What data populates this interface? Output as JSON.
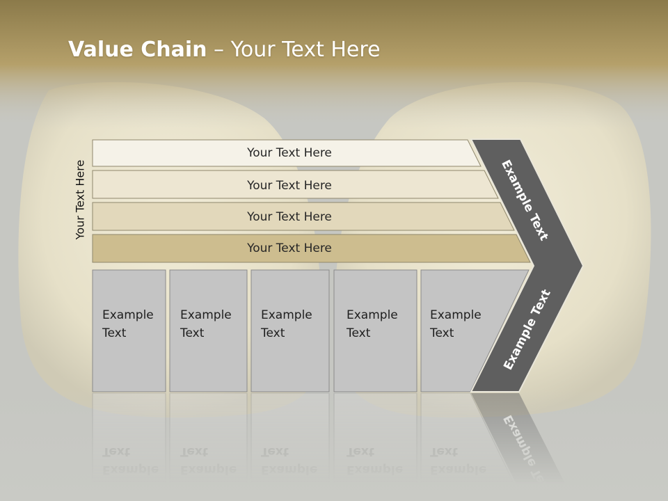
{
  "title": {
    "bold": "Value Chain",
    "rest": " – Your Text Here"
  },
  "side_label": "Your Text Here",
  "rows": [
    {
      "label": "Your Text Here",
      "fill": "#f5f2e8"
    },
    {
      "label": "Your Text Here",
      "fill": "#ede6d2"
    },
    {
      "label": "Your Text Here",
      "fill": "#e2d8bb"
    },
    {
      "label": "Your Text Here",
      "fill": "#cdbd8f"
    }
  ],
  "boxes": [
    {
      "line1": "Example",
      "line2": "Text"
    },
    {
      "line1": "Example",
      "line2": "Text"
    },
    {
      "line1": "Example",
      "line2": "Text"
    },
    {
      "line1": "Example",
      "line2": "Text"
    },
    {
      "line1": "Example",
      "line2": "Text"
    }
  ],
  "chevron": {
    "upper_label": "Example Text",
    "lower_label": "Example Text",
    "fill": "#5f5f5f"
  },
  "colors": {
    "header_gold": "#b59f63",
    "box_gray": "#c4c4c4"
  }
}
